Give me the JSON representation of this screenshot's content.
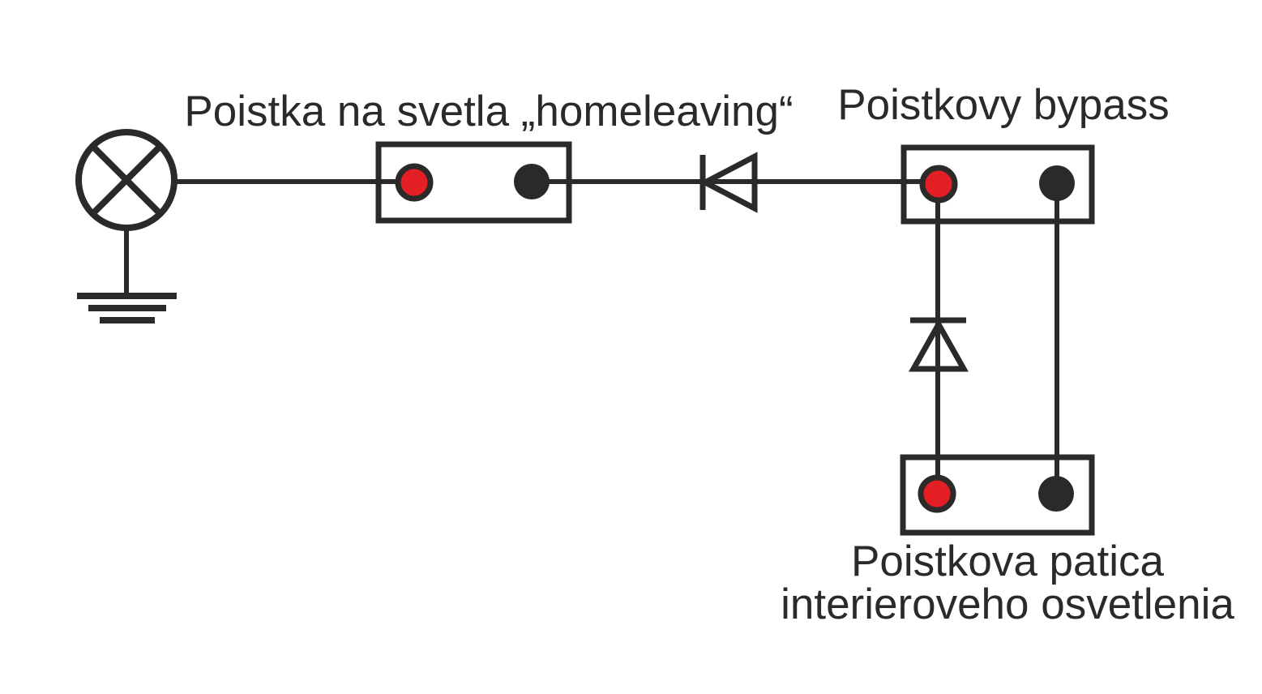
{
  "colors": {
    "line": "#2b2a29",
    "terminal_red": "#e31e24",
    "terminal_black": "#2b2a29"
  },
  "labels": {
    "fuse_homeleaving": "Poistka na svetla „homeleaving“",
    "fuse_bypass": "Poistkovy bypass",
    "fuse_socket_line1": "Poistkova patica",
    "fuse_socket_line2": "interieroveho osvetlenia"
  },
  "symbols": {
    "lamp": "lamp-icon",
    "ground": "ground-icon",
    "diode_horizontal": "diode-left-icon",
    "diode_vertical": "diode-up-icon",
    "terminal_red": "red-terminal-dot",
    "terminal_black": "black-terminal-dot"
  }
}
